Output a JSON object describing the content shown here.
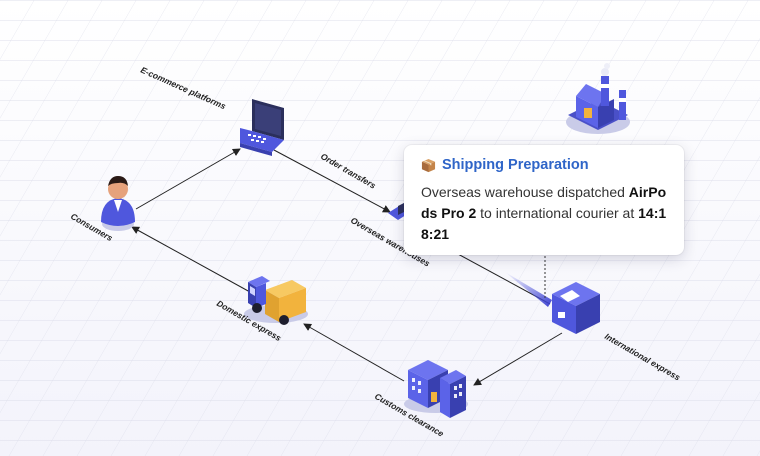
{
  "tooltip": {
    "title": "Shipping Preparation",
    "icon": "package-icon",
    "body_prefix": "Overseas warehouse dispatched ",
    "product": "AirPods Pro 2",
    "body_middle": " to international courier at ",
    "time": "14:18:21"
  },
  "nodes": {
    "consumers": "Consumers",
    "ecommerce": "E-commerce platforms",
    "order_transfers": "Order transfers",
    "overseas_warehouses": "Overseas warehouses",
    "international_express": "International express",
    "customs": "Customs clearance",
    "domestic": "Domestic express"
  },
  "colors": {
    "accent": "#2f65c8",
    "node_blue": "#5b5fe0",
    "truck_orange": "#f2b33d"
  }
}
